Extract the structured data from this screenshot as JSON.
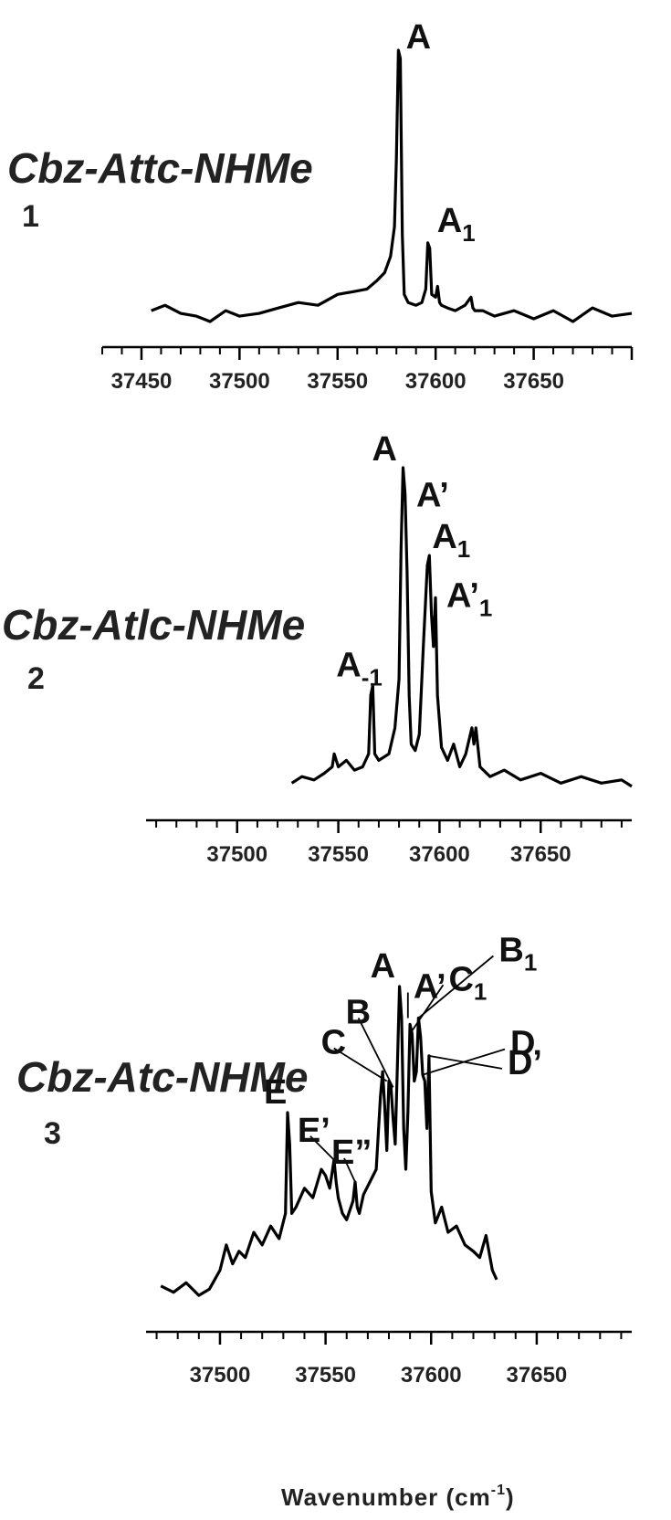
{
  "figure": {
    "axis_title": "Wavenumber (cm",
    "axis_title_sup": "-1",
    "axis_title_end": ")"
  },
  "chart_data": [
    {
      "type": "line",
      "compound_name": "Cbz-Attc-NHMe",
      "compound_number": "1",
      "xlim": [
        37430,
        37700
      ],
      "xticks": [
        37450,
        37500,
        37550,
        37600,
        37650
      ],
      "x": [
        37455,
        37462,
        37470,
        37478,
        37485,
        37493,
        37500,
        37510,
        37520,
        37530,
        37540,
        37550,
        37558,
        37565,
        37570,
        37574,
        37577,
        37579,
        37580,
        37581,
        37582,
        37583,
        37584,
        37586,
        37590,
        37593,
        37595,
        37596,
        37597,
        37598,
        37600,
        37601,
        37602,
        37603,
        37606,
        37610,
        37615,
        37618,
        37619,
        37620,
        37624,
        37630,
        37640,
        37650,
        37660,
        37670,
        37680,
        37690,
        37700
      ],
      "y": [
        0.04,
        0.06,
        0.03,
        0.02,
        0.0,
        0.04,
        0.02,
        0.03,
        0.05,
        0.07,
        0.06,
        0.1,
        0.11,
        0.12,
        0.15,
        0.18,
        0.24,
        0.35,
        0.6,
        1.0,
        0.97,
        0.32,
        0.1,
        0.07,
        0.06,
        0.07,
        0.12,
        0.29,
        0.27,
        0.1,
        0.09,
        0.13,
        0.07,
        0.06,
        0.05,
        0.04,
        0.06,
        0.09,
        0.05,
        0.04,
        0.04,
        0.02,
        0.04,
        0.01,
        0.04,
        0.0,
        0.05,
        0.02,
        0.03
      ],
      "annotations": [
        {
          "label": "A",
          "sub": "",
          "x": 37583,
          "y": 1.0
        },
        {
          "label": "A",
          "sub": "1",
          "x": 37597,
          "y": 0.29
        }
      ]
    },
    {
      "type": "line",
      "compound_name": "Cbz-Atlc-NHMe",
      "compound_number": "2",
      "xlim": [
        37455,
        37695
      ],
      "xticks": [
        37500,
        37550,
        37600,
        37650
      ],
      "x": [
        37527,
        37532,
        37538,
        37543,
        37547,
        37548,
        37550,
        37554,
        37558,
        37562,
        37565,
        37566,
        37567,
        37568,
        37570,
        37575,
        37578,
        37580,
        37581,
        37582,
        37583,
        37584,
        37585,
        37586,
        37588,
        37590,
        37592,
        37594,
        37595,
        37596,
        37597,
        37598,
        37599,
        37601,
        37604,
        37607,
        37610,
        37613,
        37616,
        37617,
        37618,
        37620,
        37625,
        37632,
        37640,
        37650,
        37660,
        37670,
        37680,
        37690,
        37695
      ],
      "y": [
        0.03,
        0.05,
        0.04,
        0.06,
        0.08,
        0.12,
        0.08,
        0.1,
        0.07,
        0.08,
        0.12,
        0.3,
        0.33,
        0.12,
        0.1,
        0.12,
        0.2,
        0.35,
        0.75,
        1.0,
        0.92,
        0.68,
        0.3,
        0.15,
        0.13,
        0.18,
        0.45,
        0.7,
        0.73,
        0.55,
        0.45,
        0.6,
        0.3,
        0.14,
        0.1,
        0.15,
        0.08,
        0.12,
        0.2,
        0.15,
        0.2,
        0.08,
        0.05,
        0.07,
        0.04,
        0.06,
        0.03,
        0.05,
        0.03,
        0.04,
        0.02
      ],
      "annotations": [
        {
          "label": "A",
          "sub": "",
          "x": 37582,
          "y": 1.0
        },
        {
          "label": "A’",
          "sub": "",
          "x": 37584,
          "y": 0.92
        },
        {
          "label": "A",
          "sub": "1",
          "x": 37595,
          "y": 0.73
        },
        {
          "label": "A’",
          "sub": "1",
          "x": 37598,
          "y": 0.6
        },
        {
          "label": "A",
          "sub": "-1",
          "x": 37567,
          "y": 0.33
        }
      ]
    },
    {
      "type": "line",
      "compound_name": "Cbz-Atc-NHMe",
      "compound_number": "3",
      "xlim": [
        37465,
        37695
      ],
      "xticks": [
        37500,
        37550,
        37600,
        37650
      ],
      "x": [
        37472,
        37478,
        37484,
        37490,
        37495,
        37500,
        37503,
        37506,
        37509,
        37512,
        37516,
        37520,
        37524,
        37528,
        37531,
        37532,
        37533,
        37534,
        37536,
        37540,
        37544,
        37548,
        37550,
        37552,
        37554,
        37555,
        37556,
        37558,
        37560,
        37563,
        37564,
        37565,
        37566,
        37568,
        37571,
        37574,
        37576,
        37577,
        37578,
        37579,
        37580,
        37581,
        37582,
        37583,
        37584,
        37585,
        37586,
        37587,
        37588,
        37589,
        37590,
        37591,
        37592,
        37593,
        37594,
        37595,
        37596,
        37597,
        37598,
        37599,
        37600,
        37602,
        37605,
        37608,
        37612,
        37616,
        37620,
        37623,
        37626,
        37629,
        37631
      ],
      "y": [
        0.05,
        0.03,
        0.06,
        0.02,
        0.04,
        0.1,
        0.18,
        0.12,
        0.16,
        0.14,
        0.22,
        0.18,
        0.24,
        0.2,
        0.28,
        0.6,
        0.5,
        0.28,
        0.3,
        0.36,
        0.33,
        0.42,
        0.4,
        0.36,
        0.45,
        0.38,
        0.33,
        0.28,
        0.26,
        0.32,
        0.38,
        0.3,
        0.28,
        0.34,
        0.38,
        0.42,
        0.65,
        0.73,
        0.62,
        0.48,
        0.7,
        0.68,
        0.58,
        0.5,
        0.75,
        1.0,
        0.9,
        0.55,
        0.42,
        0.6,
        0.88,
        0.85,
        0.7,
        0.73,
        0.9,
        0.84,
        0.72,
        0.7,
        0.55,
        0.78,
        0.35,
        0.25,
        0.3,
        0.22,
        0.24,
        0.18,
        0.16,
        0.14,
        0.21,
        0.1,
        0.07
      ],
      "annotations": [
        {
          "label": "A",
          "sub": "",
          "x": 37585,
          "y": 1.0
        },
        {
          "label": "A’",
          "sub": "",
          "x": 37589,
          "y": 0.9
        },
        {
          "label": "C",
          "sub": "1",
          "x": 37591,
          "y": 0.86
        },
        {
          "label": "B",
          "sub": "1",
          "x": 37594,
          "y": 0.9
        },
        {
          "label": "D",
          "sub": "",
          "x": 37596,
          "y": 0.72
        },
        {
          "label": "D’",
          "sub": "",
          "x": 37599,
          "y": 0.78
        },
        {
          "label": "C",
          "sub": "",
          "x": 37579,
          "y": 0.7
        },
        {
          "label": "B",
          "sub": "",
          "x": 37582,
          "y": 0.68
        },
        {
          "label": "E",
          "sub": "",
          "x": 37532,
          "y": 0.6
        },
        {
          "label": "E’",
          "sub": "",
          "x": 37554,
          "y": 0.45
        },
        {
          "label": "E”",
          "sub": "",
          "x": 37564,
          "y": 0.38
        }
      ]
    }
  ]
}
